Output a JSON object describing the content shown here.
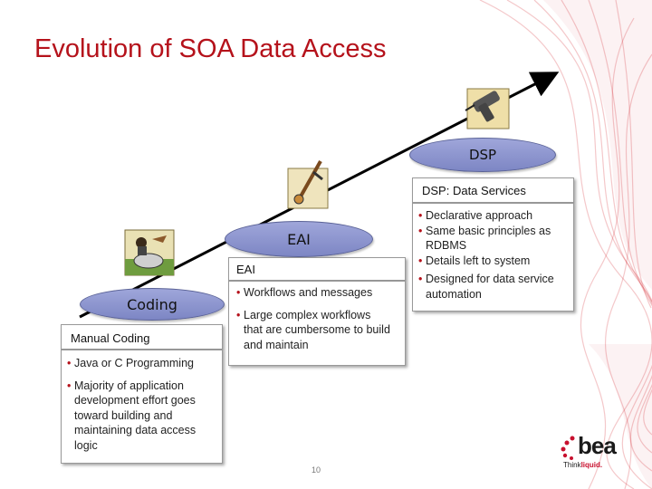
{
  "slide": {
    "title": "Evolution of SOA Data Access",
    "page_number": "10"
  },
  "stages": {
    "coding": {
      "label": "Coding",
      "box_title": "Manual Coding",
      "bullets": [
        "Java or C Programming",
        "Majority of application development effort goes toward building and maintaining data access logic"
      ]
    },
    "eai": {
      "label": "EAI",
      "box_title": "EAI",
      "bullets": [
        "Workflows and messages",
        "Large complex workflows that are cumbersome to build and maintain"
      ]
    },
    "dsp": {
      "label": "DSP",
      "box_title": "DSP: Data Services",
      "bullets": [
        "Declarative approach",
        "Same basic principles as RDBMS",
        "Details left to system",
        "Designed for data service automation"
      ]
    }
  },
  "logo": {
    "brand": "bea",
    "tagline_a": "Think",
    "tagline_b": "liquid."
  },
  "icons": [
    "farmer-plowing-icon",
    "hand-drill-icon",
    "power-drill-icon"
  ],
  "colors": {
    "title": "#b5121b",
    "ellipse": "#8c94cf",
    "arrow": "#000000",
    "logo_red": "#c8102e"
  }
}
